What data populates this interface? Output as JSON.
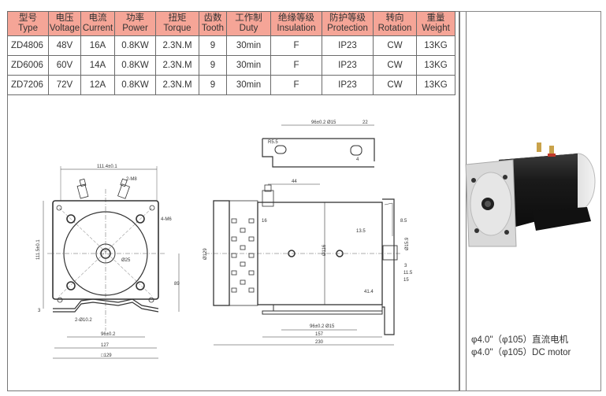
{
  "spec_table": {
    "headers": [
      {
        "cn": "型号",
        "en": "Type"
      },
      {
        "cn": "电压",
        "en": "Voltage"
      },
      {
        "cn": "电流",
        "en": "Current"
      },
      {
        "cn": "功率",
        "en": "Power"
      },
      {
        "cn": "扭矩",
        "en": "Torque"
      },
      {
        "cn": "齿数",
        "en": "Tooth"
      },
      {
        "cn": "工作制",
        "en": "Duty"
      },
      {
        "cn": "绝缘等级",
        "en": "Insulation"
      },
      {
        "cn": "防护等级",
        "en": "Protection"
      },
      {
        "cn": "转向",
        "en": "Rotation"
      },
      {
        "cn": "重量",
        "en": "Weight"
      }
    ],
    "rows": [
      [
        "ZD4806",
        "48V",
        "16A",
        "0.8KW",
        "2.3N.M",
        "9",
        "30min",
        "F",
        "IP23",
        "CW",
        "13KG"
      ],
      [
        "ZD6006",
        "60V",
        "14A",
        "0.8KW",
        "2.3N.M",
        "9",
        "30min",
        "F",
        "IP23",
        "CW",
        "13KG"
      ],
      [
        "ZD7206",
        "72V",
        "12A",
        "0.8KW",
        "2.3N.M",
        "9",
        "30min",
        "F",
        "IP23",
        "CW",
        "13KG"
      ]
    ],
    "header_color": "#f5a597"
  },
  "front_view": {
    "dims": {
      "top_width": "111.4±0.1",
      "terminal": "2-M8",
      "holes": "4-M6",
      "left_height": "111.5±0.1",
      "shaft_dia": "Ø25",
      "right_height": "89",
      "slot": "2-Ø10.2",
      "bottom_inner": "96±0.2",
      "bottom_mid": "127",
      "bottom_outer": "□129",
      "base_thk": "3"
    }
  },
  "bracket_view": {
    "dims": {
      "slot_span": "96±0.2 Ø15",
      "end": "22",
      "slot_r": "R5.5",
      "slot_w": "4"
    }
  },
  "side_view": {
    "dims": {
      "terminal_offset": "44",
      "terminal_h": "16",
      "body_dia": "Ø116",
      "end_dia": "Ø129",
      "d1": "13.5",
      "d2": "41.4",
      "flange": "8.5",
      "shaft": "Ø15.9",
      "s1": "3",
      "s2": "11.5",
      "s3": "15",
      "base_span": "96±0.2 Ø15",
      "base_len": "157",
      "total_len": "230"
    }
  },
  "product": {
    "caption_cn": "φ4.0\"（φ105）直流电机",
    "caption_en": "φ4.0\"（φ105）DC motor"
  }
}
